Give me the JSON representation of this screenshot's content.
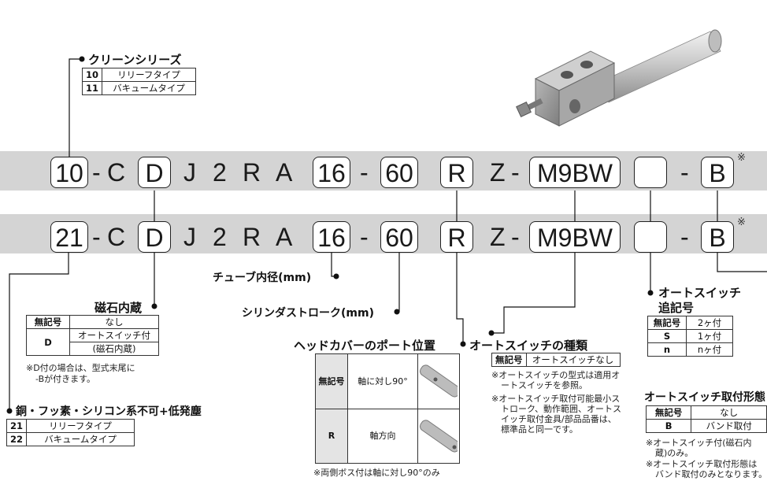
{
  "row1": {
    "t10": "10",
    "dash1": "-",
    "c": "C",
    "d": "D",
    "j": "J",
    "two": "2",
    "r": "R",
    "a": "A",
    "bore": "16",
    "dash2": "-",
    "stroke": "60",
    "port": "R",
    "z": "Z",
    "dash3": "-",
    "sw": "M9BW",
    "empty": "",
    "dash4": "-",
    "b": "B",
    "ast": "※"
  },
  "row2": {
    "t21": "21",
    "dash1": "-",
    "c": "C",
    "d": "D",
    "j": "J",
    "two": "2",
    "r": "R",
    "a": "A",
    "bore": "16",
    "dash2": "-",
    "stroke": "60",
    "port": "R",
    "z": "Z",
    "dash3": "-",
    "sw": "M9BW",
    "empty": "",
    "dash4": "-",
    "b": "B",
    "ast": "※"
  },
  "clean": {
    "title": "クリーンシリーズ",
    "rows": [
      [
        "10",
        "リリーフタイプ"
      ],
      [
        "11",
        "バキュームタイプ"
      ]
    ]
  },
  "magnet": {
    "title": "磁石内蔵",
    "rows": [
      [
        "無記号",
        "なし"
      ],
      [
        "D",
        "オートスイッチ付"
      ],
      [
        "",
        "(磁石内蔵)"
      ]
    ],
    "note1": "※D付の場合は、型式末尾に",
    "note2": "-Bが付きます。"
  },
  "copper": {
    "title": "銅・フッ素・シリコン系不可+低発塵",
    "rows": [
      [
        "21",
        "リリーフタイプ"
      ],
      [
        "22",
        "バキュームタイプ"
      ]
    ]
  },
  "bore_label": "チューブ内径(mm)",
  "stroke_label": "シリンダストローク(mm)",
  "port": {
    "title": "ヘッドカバーのポート位置",
    "rows": [
      [
        "無記号",
        "軸に対し90°"
      ],
      [
        "R",
        "軸方向"
      ]
    ],
    "note": "※両側ボス付は軸に対し90°のみ"
  },
  "switch_type": {
    "title": "オートスイッチの種類",
    "rows": [
      [
        "無記号",
        "オートスイッチなし"
      ]
    ],
    "notes": [
      "※オートスイッチの型式は適用オ",
      "ートスイッチを参照。",
      "※オートスイッチ取付可能最小ス",
      "トローク、動作範囲、オートス",
      "イッチ取付金具/部品品番は、",
      "標準品と同一です。"
    ]
  },
  "switch_count": {
    "title1": "オートスイッチ",
    "title2": "追記号",
    "rows": [
      [
        "無記号",
        "2ヶ付"
      ],
      [
        "S",
        "1ヶ付"
      ],
      [
        "n",
        "nヶ付"
      ]
    ]
  },
  "mount": {
    "title": "オートスイッチ取付形態",
    "rows": [
      [
        "無記号",
        "なし"
      ],
      [
        "B",
        "バンド取付"
      ]
    ],
    "notes": [
      "※オートスイッチ付(磁石内",
      "蔵)のみ。",
      "※オートスイッチ取付形態は",
      "バンド取付のみとなります。"
    ]
  },
  "colors": {
    "band": "#d4d4d4",
    "line": "#111111"
  }
}
